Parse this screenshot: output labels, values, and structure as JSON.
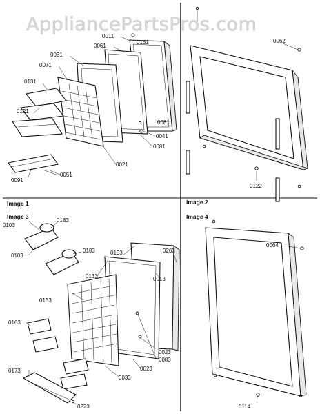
{
  "watermark": "AppliancePartsPros.com",
  "captions": {
    "image1": "Image 1",
    "image2": "Image 2",
    "image3": "Image 3",
    "image4": "Image 4"
  },
  "callouts": {
    "p0011": "0011",
    "p0161": "0161",
    "p0061": "0061",
    "p0031": "0031",
    "p0071": "0071",
    "p0131": "0131",
    "p0121": "0121",
    "p0081": "0081",
    "p0041": "0041",
    "p0081b": "0081",
    "p0021": "0021",
    "p0091": "0091",
    "p0051": "0051",
    "p0062": "0062",
    "p0122": "0122",
    "p0103a": "0103",
    "p0183a": "0183",
    "p0103b": "0103",
    "p0183b": "0183",
    "p0193": "0193",
    "p0263": "0263",
    "p0133": "0133",
    "p0013": "0013",
    "p0153": "0153",
    "p0163": "0163",
    "p0023a": "0023",
    "p0083": "0083",
    "p0023b": "0023",
    "p0033": "0033",
    "p0173": "0173",
    "p0223": "0223",
    "p0064": "0064",
    "p0114": "0114"
  }
}
